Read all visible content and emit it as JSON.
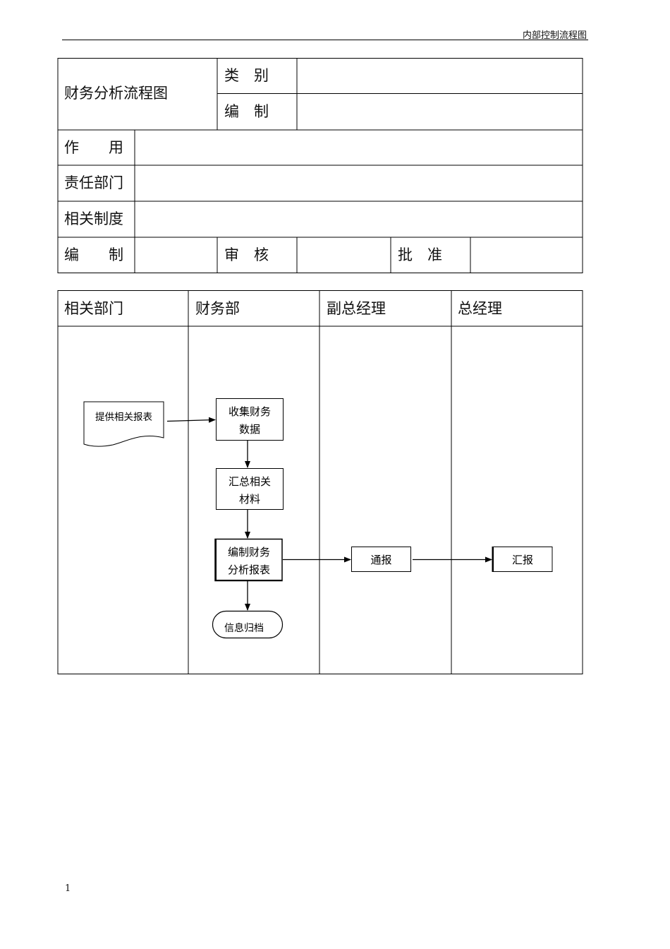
{
  "header": {
    "title": "内部控制流程图"
  },
  "info_table": {
    "title": "财务分析流程图",
    "category_label": "类　别",
    "compiler_label": "编　制",
    "purpose_label": "作　　用",
    "dept_label": "责任部门",
    "rules_label": "相关制度",
    "prepared_label": "编　　制",
    "review_label": "审　核",
    "approve_label": "批　准"
  },
  "lanes": [
    "相关部门",
    "财务部",
    "副总经理",
    "总经理"
  ],
  "flow": {
    "doc_provide": "提供相关报表",
    "collect": [
      "收集财务",
      "数据"
    ],
    "summarize": [
      "汇总相关",
      "材料"
    ],
    "compile": [
      "编制财务",
      "分析报表"
    ],
    "archive": "信息归档",
    "notify": "通报",
    "report": "汇报"
  },
  "footer": {
    "page_number": "1"
  }
}
